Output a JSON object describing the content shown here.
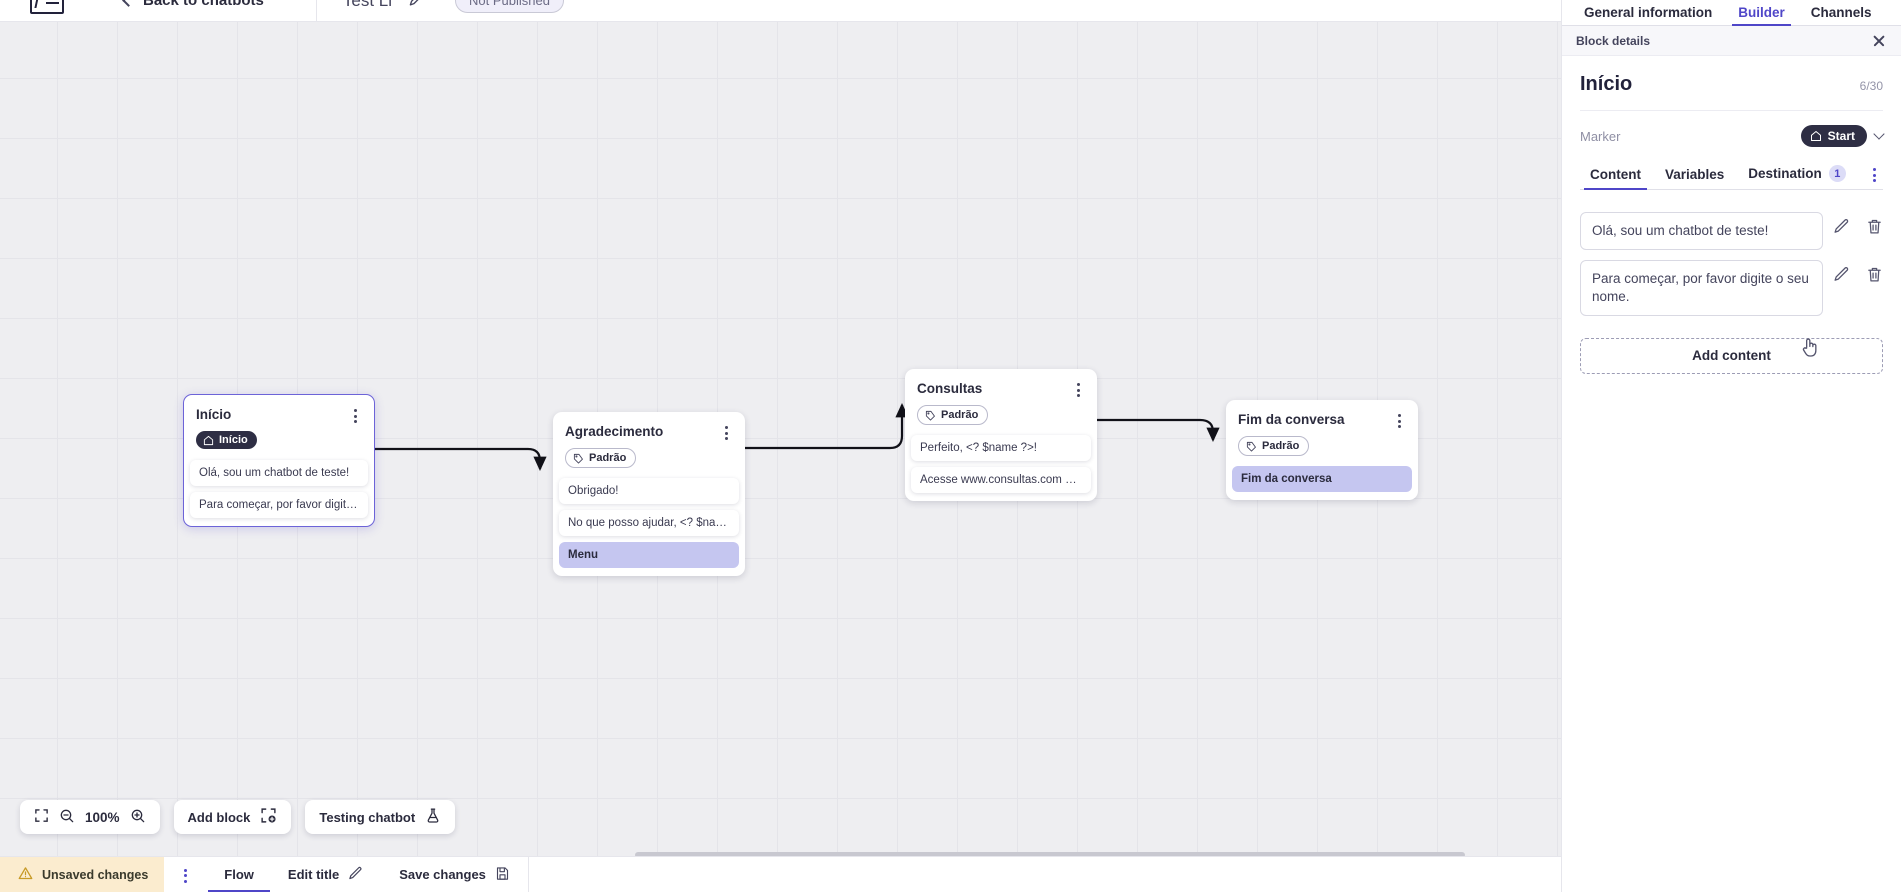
{
  "header": {
    "logo_name": "chatbot-logo",
    "back_label": "Back to chatbots",
    "bot_name": "Test Li",
    "edit_icon": "pencil-icon",
    "publish_status": "Not Published"
  },
  "canvas": {
    "zoom_level": "100%",
    "fit_icon": "fit-screen-icon",
    "zoom_out_icon": "zoom-out-icon",
    "zoom_in_icon": "zoom-in-icon",
    "add_block_label": "Add block",
    "add_block_icon": "add-block-icon",
    "testing_label": "Testing chatbot",
    "testing_icon": "flask-icon",
    "nodes": [
      {
        "id": "inicio",
        "title": "Início",
        "tag": "Início",
        "tag_type": "start",
        "selected": true,
        "items": [
          {
            "text": "Olá, sou um chatbot de teste!",
            "highlight": false
          },
          {
            "text": "Para começar, por favor digite o ...",
            "highlight": false
          }
        ]
      },
      {
        "id": "agradecimento",
        "title": "Agradecimento",
        "tag": "Padrão",
        "tag_type": "default",
        "selected": false,
        "items": [
          {
            "text": "Obrigado!",
            "highlight": false
          },
          {
            "text": "No que posso ajudar, <? $name ...",
            "highlight": false
          },
          {
            "text": "Menu",
            "highlight": true
          }
        ]
      },
      {
        "id": "consultas",
        "title": "Consultas",
        "tag": "Padrão",
        "tag_type": "default",
        "selected": false,
        "items": [
          {
            "text": "Perfeito, <? $name ?>!",
            "highlight": false
          },
          {
            "text": "Acesse www.consultas.com par...",
            "highlight": false
          }
        ]
      },
      {
        "id": "fim",
        "title": "Fim da conversa",
        "tag": "Padrão",
        "tag_type": "default",
        "selected": false,
        "items": [
          {
            "text": "Fim da conversa",
            "highlight": true
          }
        ]
      }
    ]
  },
  "statusbar": {
    "unsaved_label": "Unsaved changes",
    "warning_icon": "warning-triangle-icon",
    "kebab_icon": "kebab-menu-icon",
    "flow_tab": "Flow",
    "edit_title_label": "Edit title",
    "edit_title_icon": "pencil-icon",
    "save_label": "Save changes",
    "save_icon": "floppy-disk-icon"
  },
  "panel": {
    "tabs": [
      {
        "label": "General information",
        "active": false
      },
      {
        "label": "Builder",
        "active": true
      },
      {
        "label": "Channels",
        "active": false
      }
    ],
    "block_details_label": "Block details",
    "close_icon": "close-icon",
    "block_title": "Início",
    "block_count": "6/30",
    "marker_label": "Marker",
    "marker_value": "Start",
    "marker_icon": "home-icon",
    "marker_chevron": "chevron-down-icon",
    "sub_tabs": [
      {
        "label": "Content",
        "active": true,
        "badge": ""
      },
      {
        "label": "Variables",
        "active": false,
        "badge": ""
      },
      {
        "label": "Destination",
        "active": false,
        "badge": "1"
      }
    ],
    "overflow_icon": "kebab-menu-icon",
    "contents": [
      {
        "text": "Olá, sou um chatbot de teste!",
        "edit_icon": "pencil-icon",
        "delete_icon": "trash-icon"
      },
      {
        "text": "Para começar, por favor digite o seu nome.",
        "edit_icon": "pencil-icon",
        "delete_icon": "trash-icon"
      }
    ],
    "add_content_label": "Add content"
  },
  "colors": {
    "accent": "#4f46c8",
    "highlight": "#c5c6f0",
    "dark": "#2e2e44",
    "warning_bg": "#fbeccf",
    "canvas_bg": "#eeeef1"
  }
}
